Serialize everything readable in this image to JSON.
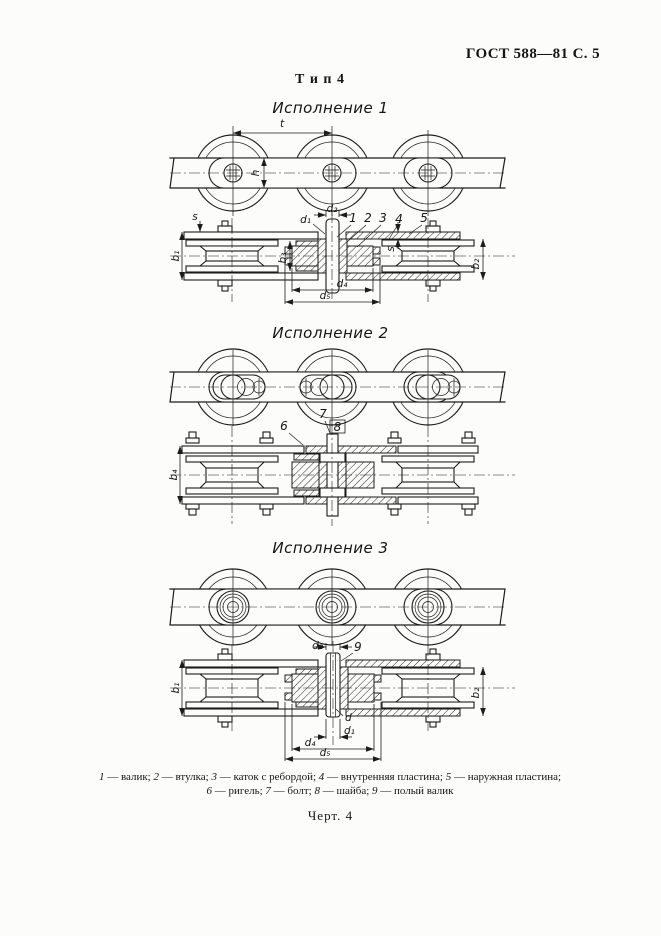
{
  "header": {
    "standard_ref": "ГОСТ 588—81 С. 5"
  },
  "title": "Т и п 4",
  "sections": {
    "s1": {
      "label": "Исполнение 1",
      "side": {
        "t": "t",
        "h": "h"
      },
      "cross": {
        "s_top": "s",
        "d2": "d₂",
        "d1": "d₁",
        "c1": "1",
        "c2": "2",
        "c3": "3",
        "c4": "4",
        "c5": "5",
        "b1": "b₁",
        "b3": "b₃",
        "s_right": "s",
        "b2": "b₂",
        "d4": "d₄",
        "d5": "d₅"
      }
    },
    "s2": {
      "label": "Исполнение 2",
      "cross": {
        "c6": "6",
        "c7": "7",
        "c8": "8",
        "b4": "b₄"
      }
    },
    "s3": {
      "label": "Исполнение 3",
      "cross": {
        "d2": "d₂",
        "c9": "9",
        "b1": "b₁",
        "b2": "b₂",
        "d": "d",
        "d1": "d₁",
        "d4": "d₄",
        "d5": "d₅"
      }
    }
  },
  "legend": {
    "items": [
      {
        "num": "1",
        "text": " — валик; "
      },
      {
        "num": "2",
        "text": " — втулка; "
      },
      {
        "num": "3",
        "text": " — каток с ребордой; "
      },
      {
        "num": "4",
        "text": " — внутренняя пластина; "
      },
      {
        "num": "5",
        "text": " — наружная пластина;"
      },
      {
        "num": "6",
        "text": " — ригель; "
      },
      {
        "num": "7",
        "text": " — болт; "
      },
      {
        "num": "8",
        "text": " — шайба; "
      },
      {
        "num": "9",
        "text": " — полый валик"
      }
    ]
  },
  "caption": "Черт. 4",
  "colors": {
    "ink": "#1c1c1c",
    "paper": "#fcfcfa"
  }
}
